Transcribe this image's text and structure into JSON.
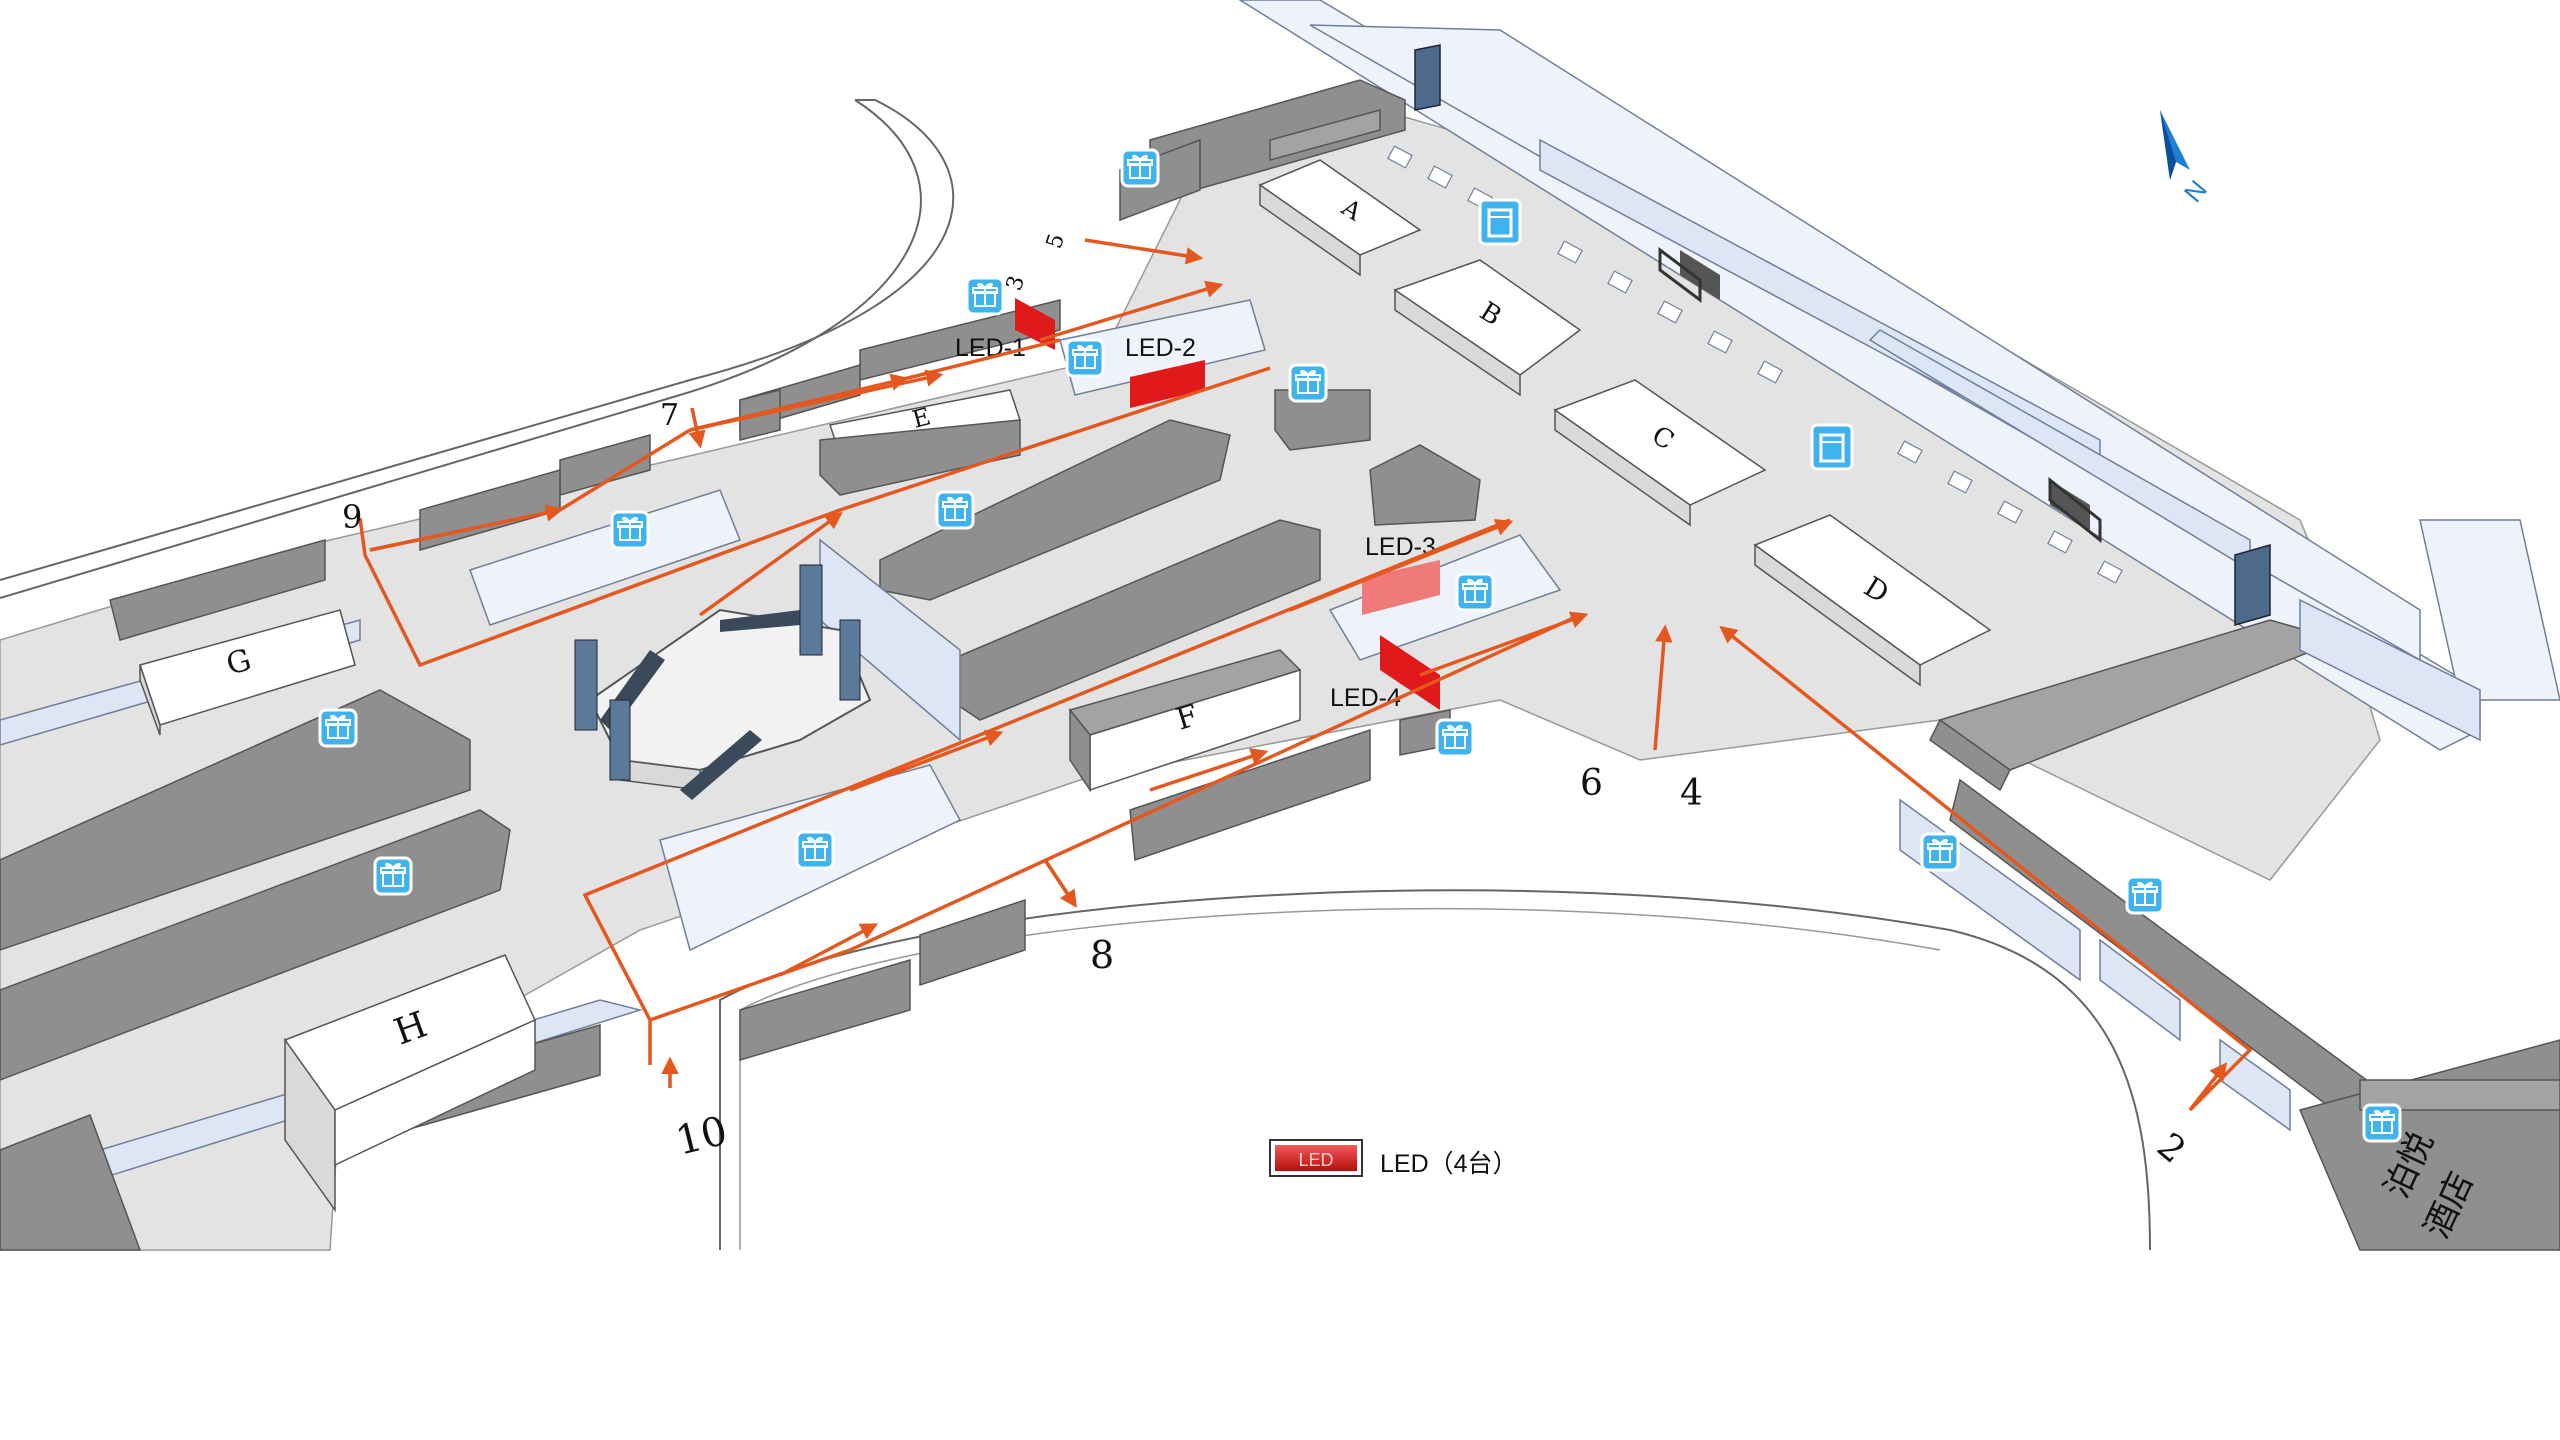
{
  "zones": [
    "A",
    "B",
    "C",
    "D",
    "E",
    "F",
    "G",
    "H"
  ],
  "entrances": [
    "2",
    "3",
    "4",
    "5",
    "6",
    "7",
    "8",
    "9",
    "10"
  ],
  "led_screens": [
    "LED-1",
    "LED-2",
    "LED-3",
    "LED-4"
  ],
  "legend": {
    "swatch_text": "LED",
    "label": "LED（4台）",
    "color": "#e01a1a"
  },
  "hotel": {
    "name_line1": "泊悦",
    "name_line2": "酒店"
  },
  "compass": {
    "label": "N"
  },
  "icons": {
    "booth": "gift-icon",
    "gate": "security-gate-icon",
    "route": "orange-route-arrow"
  },
  "colors": {
    "route": "#e4571f",
    "led": "#e01a1a",
    "icon": "#3fb3ee",
    "floor": "#e3e3e3"
  }
}
